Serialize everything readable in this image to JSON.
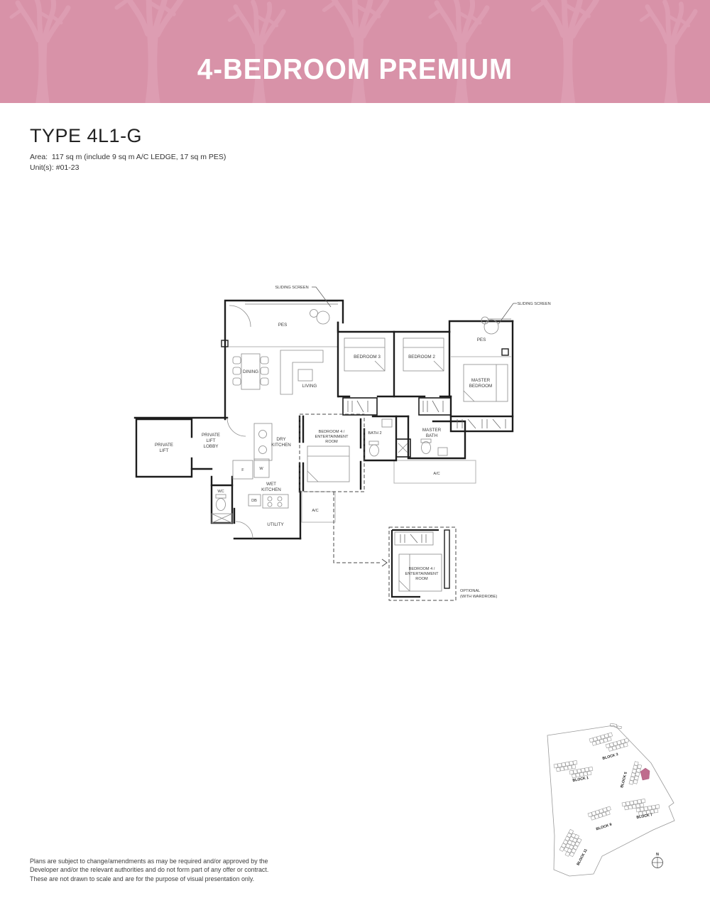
{
  "header": {
    "title": "4-BEDROOM PREMIUM",
    "bg_color": "#d892a8",
    "pattern_color": "#dd9db2"
  },
  "plan_info": {
    "type_title": "TYPE 4L1-G",
    "area_line": "Area:  117 sq m (include 9 sq m A/C LEDGE, 17 sq m PES)",
    "units_line": "Unit(s): #01-23"
  },
  "floor_plan": {
    "labels": {
      "sliding_screen_top": "SLIDING SCREEN",
      "sliding_screen_right": "SLIDING SCREEN",
      "pes_left": "PES",
      "pes_right": "PES",
      "dining": "DINING",
      "living": "LIVING",
      "bedroom_3": "BEDROOM 3",
      "bedroom_2": "BEDROOM 2",
      "master_bedroom": [
        "MASTER",
        "BEDROOM"
      ],
      "private_lift": [
        "PRIVATE",
        "LIFT"
      ],
      "private_lift_lobby": [
        "PRIVATE",
        "LIFT",
        "LOBBY"
      ],
      "dry_kitchen": [
        "DRY",
        "KITCHEN"
      ],
      "wet_kitchen": [
        "WET",
        "KITCHEN"
      ],
      "bedroom_4_main": [
        "BEDROOM 4 /",
        "ENTERTAINMENT",
        "ROOM"
      ],
      "bath_2": "BATH 2",
      "master_bath": [
        "MASTER",
        "BATH"
      ],
      "fridge": "F",
      "washer": "W",
      "wc": "WC",
      "db": "DB",
      "ac_left": "A/C",
      "ac_right": "A/C",
      "utility": "UTILITY",
      "optional_room": [
        "BEDROOM 4 /",
        "ENTERTAINMENT",
        "ROOM"
      ],
      "optional_note": [
        "OPTIONAL",
        "(WITH WARDROBE)"
      ]
    }
  },
  "site_plan": {
    "block_labels": [
      "BLOCK 1",
      "BLOCK 3",
      "BLOCK 5",
      "BLOCK 7",
      "BLOCK 9",
      "BLOCK 11"
    ],
    "compass": "N",
    "highlight_color": "#bf6c8d"
  },
  "footer": {
    "disclaimer_lines": [
      "Plans are subject to change/amendments as may be required and/or approved by the",
      "Developer and/or the relevant authorities and do not form part of any offer or contract.",
      "These are not drawn to scale and are for the purpose of visual presentation only."
    ]
  }
}
